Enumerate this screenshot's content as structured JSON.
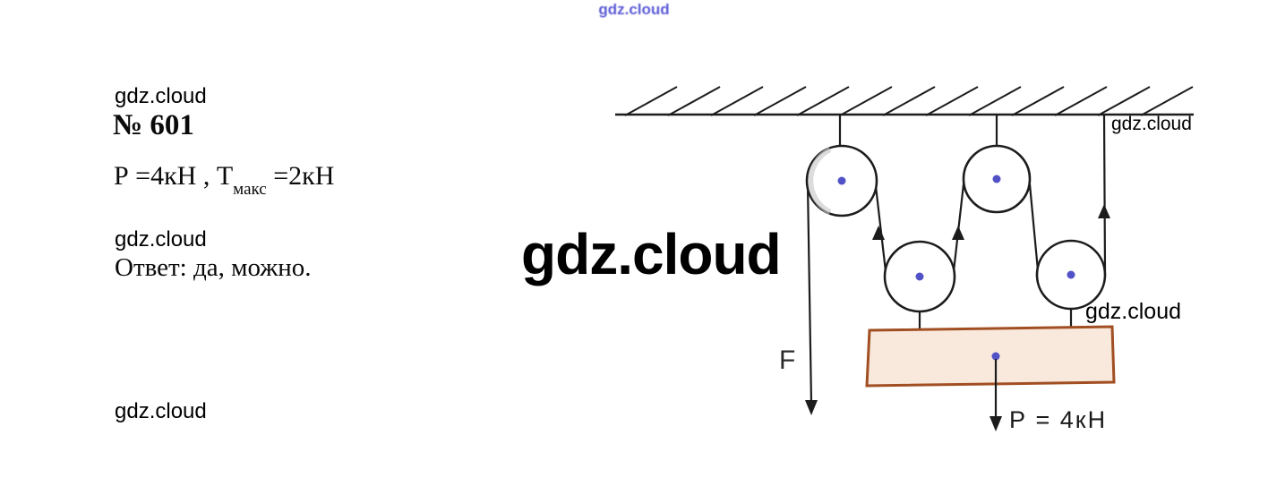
{
  "watermarks": {
    "top": "gdz.cloud",
    "left_top": "gdz.cloud",
    "left_mid": "gdz.cloud",
    "left_bottom": "gdz.cloud",
    "center_big": "gdz.cloud",
    "right_top": "gdz.cloud",
    "right_mid": "gdz.cloud"
  },
  "problem": {
    "number": "№ 601",
    "given": {
      "prefix": "Р =4кН , Т",
      "subscript": "макс",
      "suffix": " =2кН"
    },
    "answer": "Ответ: да, можно."
  },
  "diagram": {
    "force_label": "F",
    "weight_label": "Р = 4кН",
    "colors": {
      "line": "#1c1c1c",
      "load_fill": "#f9e9dc",
      "load_border": "#a14e22",
      "axle_dot": "#5252c8",
      "watermark_blue": "#5b5bd6"
    }
  }
}
